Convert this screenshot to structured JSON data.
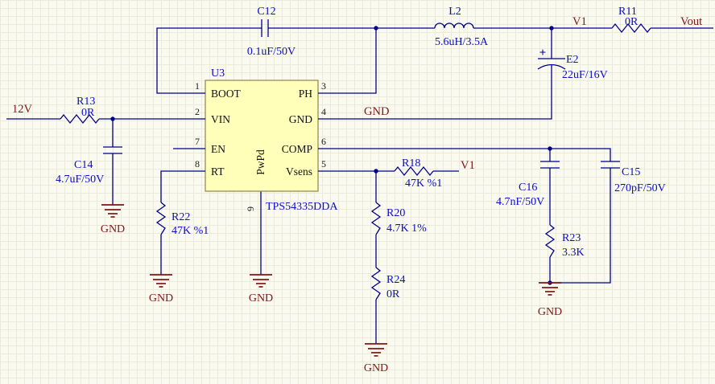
{
  "colors": {
    "wire": "#00008B",
    "label_blue": "#0D0DC8",
    "net_red": "#801515",
    "ic_body_fill": "#FFFFB9",
    "ic_body_border": "#8E854A",
    "background": "#FAFAF1"
  },
  "ic": {
    "designator": "U3",
    "part_number": "TPS54335DDA",
    "pins": {
      "left": [
        {
          "num": "1",
          "name": "BOOT"
        },
        {
          "num": "2",
          "name": "VIN"
        },
        {
          "num": "7",
          "name": "EN"
        },
        {
          "num": "8",
          "name": "RT"
        }
      ],
      "right": [
        {
          "num": "3",
          "name": "PH"
        },
        {
          "num": "4",
          "name": "GND"
        },
        {
          "num": "6",
          "name": "COMP"
        },
        {
          "num": "5",
          "name": "Vsens"
        }
      ],
      "bottom": [
        {
          "num": "9",
          "name": "PwPd"
        }
      ]
    }
  },
  "components": {
    "c12": {
      "designator": "C12",
      "value": "0.1uF/50V"
    },
    "l2": {
      "designator": "L2",
      "value": "5.6uH/3.5A"
    },
    "e2": {
      "designator": "E2",
      "value": "22uF/16V",
      "polarity": "+"
    },
    "r11": {
      "designator": "R11",
      "value": "0R"
    },
    "r13": {
      "designator": "R13",
      "value": "0R"
    },
    "c14": {
      "designator": "C14",
      "value": "4.7uF/50V"
    },
    "r22": {
      "designator": "R22",
      "value": "47K %1"
    },
    "r18": {
      "designator": "R18",
      "value": "47K %1"
    },
    "r20": {
      "designator": "R20",
      "value": "4.7K 1%"
    },
    "r24": {
      "designator": "R24",
      "value": "0R"
    },
    "c16": {
      "designator": "C16",
      "value": "4.7nF/50V"
    },
    "c15": {
      "designator": "C15",
      "value": "270pF/50V"
    },
    "r23": {
      "designator": "R23",
      "value": "3.3K"
    }
  },
  "nets": {
    "v12": "12V",
    "gnd": "GND",
    "v1": "V1",
    "vout": "Vout"
  }
}
